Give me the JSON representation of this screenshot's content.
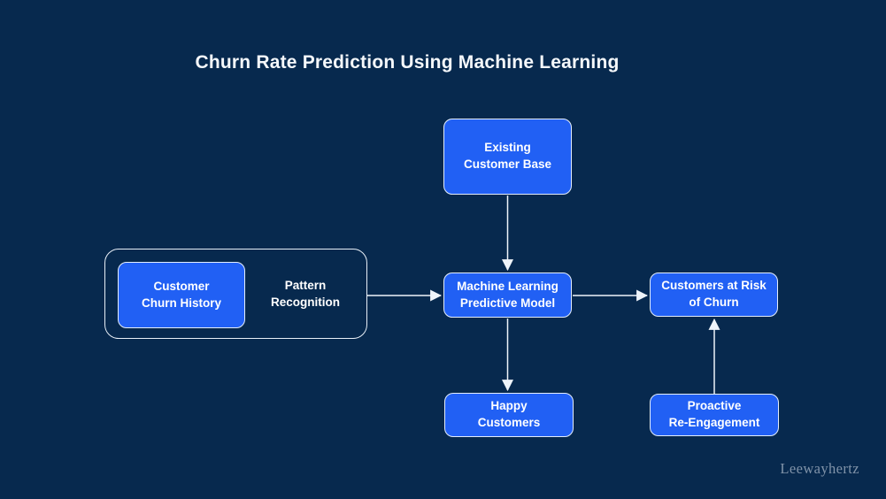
{
  "title": "Churn Rate Prediction Using Machine Learning",
  "watermark": "Leewayhertz",
  "colors": {
    "background": "#07294e",
    "node_fill": "#2160f4",
    "node_border": "#e4eefc",
    "group_border": "#e8eff7",
    "arrow": "#eff4fa",
    "title_text": "#f5f8fb",
    "label_text": "#ffffff",
    "watermark_text": "#8093a9"
  },
  "diagram": {
    "nodes": {
      "existing_customer_base": {
        "label": "Existing\nCustomer Base",
        "shape": "rounded-rect-blue"
      },
      "customer_churn_history": {
        "label": "Customer\nChurn History",
        "shape": "rounded-rect-blue"
      },
      "pattern_recognition": {
        "label": "Pattern\nRecognition",
        "shape": "text-only"
      },
      "ml_predictive_model": {
        "label": "Machine Learning\nPredictive Model",
        "shape": "rounded-rect-blue"
      },
      "customers_at_risk": {
        "label": "Customers at Risk\nof Churn",
        "shape": "rounded-rect-blue"
      },
      "happy_customers": {
        "label": "Happy\nCustomers",
        "shape": "rounded-rect-blue"
      },
      "proactive_reengagement": {
        "label": "Proactive\nRe-Engagement",
        "shape": "rounded-rect-blue"
      }
    },
    "groups": [
      {
        "id": "history_pattern_group",
        "contains": [
          "customer_churn_history",
          "pattern_recognition"
        ]
      }
    ],
    "edges": [
      {
        "from": "existing_customer_base",
        "to": "ml_predictive_model",
        "direction": "down"
      },
      {
        "from": "history_pattern_group",
        "to": "ml_predictive_model",
        "direction": "right"
      },
      {
        "from": "ml_predictive_model",
        "to": "customers_at_risk",
        "direction": "right"
      },
      {
        "from": "ml_predictive_model",
        "to": "happy_customers",
        "direction": "down"
      },
      {
        "from": "proactive_reengagement",
        "to": "customers_at_risk",
        "direction": "up"
      }
    ]
  }
}
